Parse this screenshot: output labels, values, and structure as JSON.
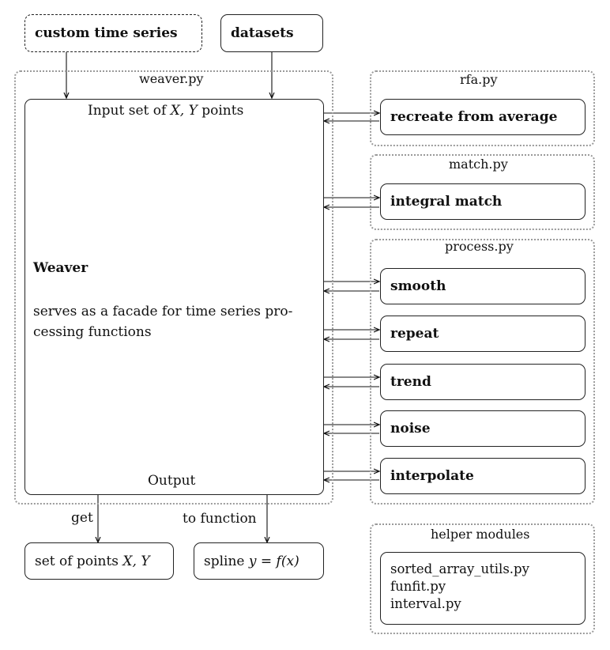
{
  "inputs": {
    "custom": "custom time series",
    "datasets": "datasets"
  },
  "weaver": {
    "module": "weaver.py",
    "input_label_pre": "Input set of ",
    "input_label_vars": "X, Y",
    "input_label_post": " points",
    "title": "Weaver",
    "desc_line1": "serves as a facade for time series pro-",
    "desc_line2": "cessing functions",
    "output_label": "Output"
  },
  "rfa": {
    "module": "rfa.py",
    "fn": "recreate from average"
  },
  "match": {
    "module": "match.py",
    "fn": "integral match"
  },
  "process": {
    "module": "process.py",
    "fns": [
      "smooth",
      "repeat",
      "trend",
      "noise",
      "interpolate"
    ]
  },
  "outputs": {
    "get_label": "get",
    "to_function_label": "to function",
    "points_pre": "set of points ",
    "points_vars": "X, Y",
    "spline_pre": "spline ",
    "spline_expr": "y = f(x)"
  },
  "helpers": {
    "title": "helper modules",
    "files": [
      "sorted_array_utils.py",
      "funfit.py",
      "interval.py"
    ]
  }
}
